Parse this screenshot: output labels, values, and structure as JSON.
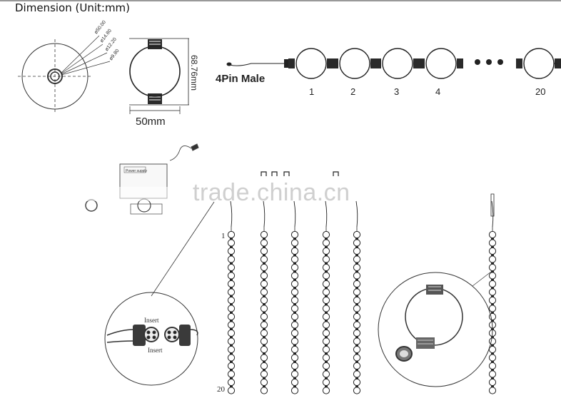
{
  "header": {
    "title": "Dimension (Unit:mm)"
  },
  "top_view": {
    "diameter_labels": [
      "ø50.00",
      "ø14.80",
      "ø12.20",
      "ø9.80"
    ]
  },
  "side_view": {
    "height_label": "68.76mm",
    "width_label": "50mm"
  },
  "chain": {
    "connector_label": "4Pin Male",
    "ball_labels": [
      "1",
      "2",
      "3",
      "4",
      "20"
    ]
  },
  "power_supply": {
    "label": "Power supply"
  },
  "column": {
    "first_label": "1",
    "last_label": "20"
  },
  "connector_detail": {
    "label_a": "Insert",
    "label_b": "Insert"
  },
  "watermark": {
    "text": "trade.china.cn"
  },
  "colors": {
    "line": "#222222",
    "watermark": "#cfcfcf",
    "background": "#ffffff"
  }
}
